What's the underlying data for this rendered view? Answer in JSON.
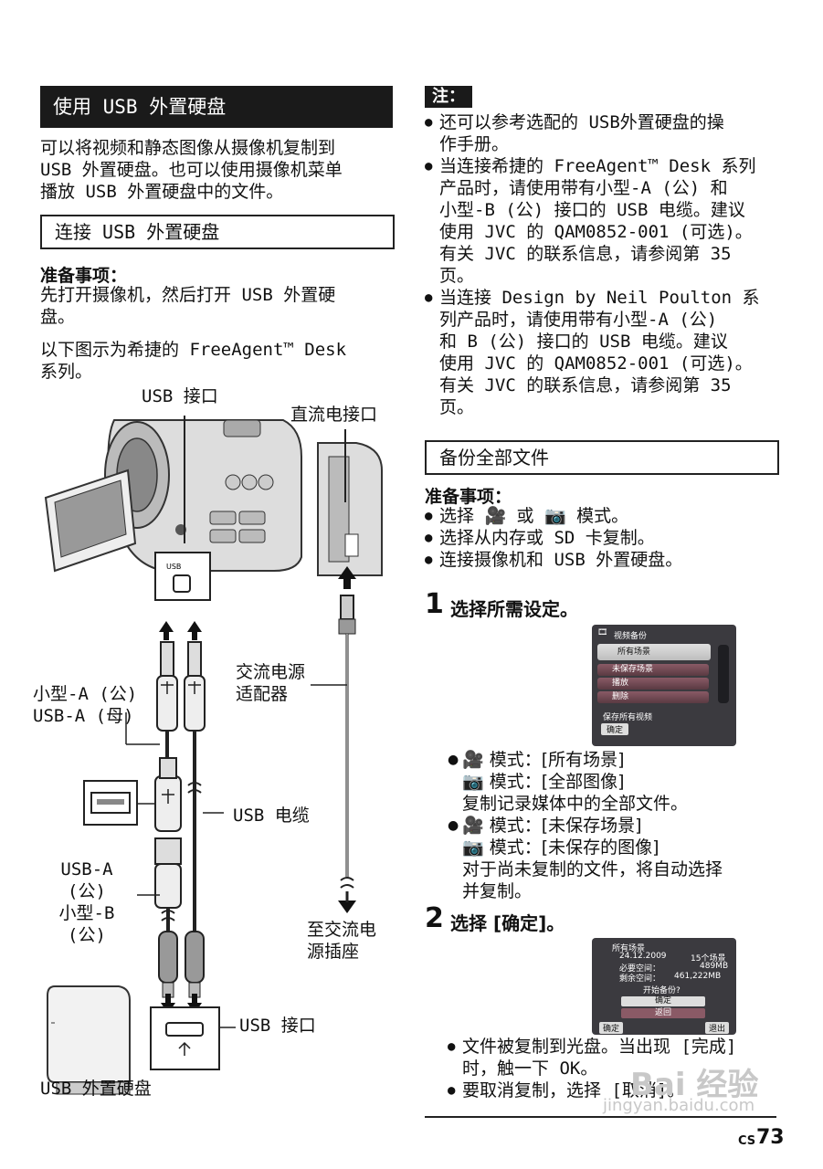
{
  "left": {
    "section_title": "使用 USB 外置硬盘",
    "intro": "可以将视频和静态图像从摄像机复制到\nUSB 外置硬盘。也可以使用摄像机菜单\n播放 USB 外置硬盘中的文件。",
    "subsection_title": "连接 USB 外置硬盘",
    "prep_heading": "准备事项：",
    "prep_text": "先打开摄像机，然后打开 USB 外置硬\n盘。",
    "figure_caption": "以下图示为希捷的 FreeAgent™ Desk\n系列。",
    "diagram": {
      "usb_port_top": "USB 接口",
      "dc_port": "直流电接口",
      "ac_adapter": "交流电源\n适配器",
      "mini_a_male": "小型-A (公)\nUSB-A (母)",
      "usb_cable": "USB 电缆",
      "usb_a_mini_b": "USB-A\n(公)\n小型-B\n(公)",
      "to_outlet": "至交流电\n源插座",
      "usb_port_bottom": "USB 接口",
      "hdd_label": "USB 外置硬盘",
      "port_mark": "USB"
    }
  },
  "right": {
    "note_tag": "注：",
    "notes": [
      "还可以参考选配的 USB外置硬盘的操\n作手册。",
      "当连接希捷的 FreeAgent™ Desk 系列\n产品时，请使用带有小型-A (公) 和\n小型-B (公) 接口的 USB 电缆。建议\n使用 JVC 的 QAM0852-001 (可选)。\n有关 JVC 的联系信息，请参阅第 35\n页。",
      "当连接 Design by Neil Poulton 系\n列产品时，请使用带有小型-A (公)\n和 B (公) 接口的 USB 电缆。建议\n使用 JVC 的 QAM0852-001 (可选)。\n有关 JVC 的联系信息，请参阅第 35\n页。"
    ],
    "backup_title": "备份全部文件",
    "prep_heading": "准备事项：",
    "prep_items": [
      "选择 🎥 或 📷 模式。",
      "选择从内存或 SD 卡复制。",
      "连接摄像机和 USB 外置硬盘。"
    ],
    "step1": {
      "num": "1",
      "text": "选择所需设定。",
      "lcd": {
        "title": "视频备份",
        "selected": "所有场景",
        "rows": [
          "未保存场景",
          "播放",
          "删除"
        ],
        "footer": "保存所有视频",
        "footer_btn": "确定"
      },
      "bullets": [
        "🎥 模式：[所有场景]\n📷 模式：[全部图像]\n复制记录媒体中的全部文件。",
        "🎥 模式：[未保存场景]\n📷 模式：[未保存的图像]\n对于尚未复制的文件，将自动选择\n并复制。"
      ]
    },
    "step2": {
      "num": "2",
      "text": "选择 [确定]。",
      "lcd": {
        "l1": "所有场景",
        "l2_date": "24.12.2009",
        "l2_count": "15个场景",
        "l3_label": "必要空间：",
        "l3_val": "489MB",
        "l4_label": "剩余空间：",
        "l4_val": "461,222MB",
        "question": "开始备份?",
        "ok": "确定",
        "back": "返回",
        "btn_left": "确定",
        "btn_right": "退出"
      },
      "bullets": [
        "文件被复制到光盘。当出现 [完成]\n时，触一下 OK。",
        "要取消复制，选择 [取消]。"
      ]
    }
  },
  "footer": {
    "lang": "CS",
    "page": "73",
    "watermark_text": "Bai 经验",
    "watermark_url": "jingyan.baidu.com"
  }
}
